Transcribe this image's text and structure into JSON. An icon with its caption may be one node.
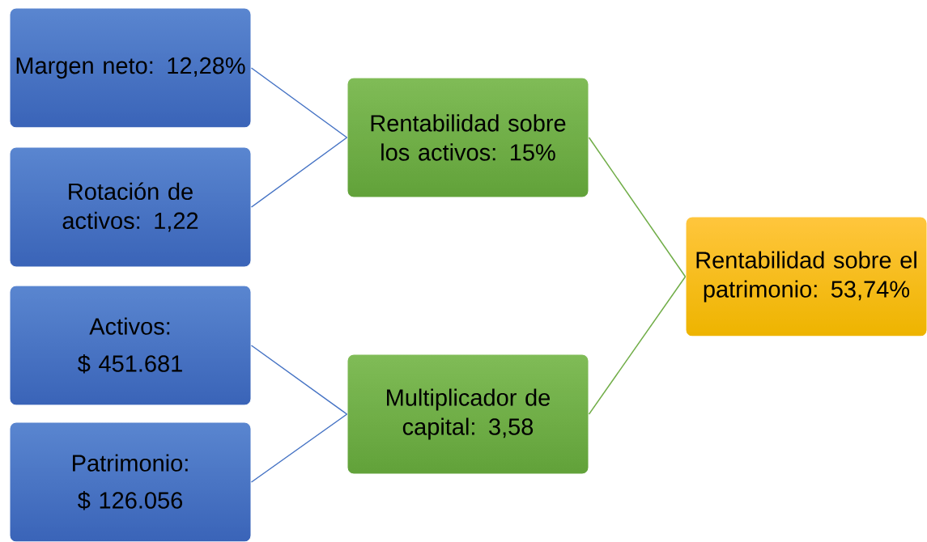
{
  "diagram": {
    "nodes": [
      {
        "text": [
          "Margen neto: 12,28%"
        ]
      },
      {
        "text": [
          "Rotación de activos: 1,22"
        ]
      },
      {
        "text": [
          "Activos:",
          "$ 451.681"
        ]
      },
      {
        "text": [
          "Patrimonio:",
          "$ 126.056"
        ]
      },
      {
        "text": [
          "Rentabilidad sobre los activos: 15%"
        ]
      },
      {
        "text": [
          "Multiplicador de capital: 3,58"
        ]
      },
      {
        "text": [
          "Rentabilidad sobre el patrimonio: 53,74%"
        ]
      }
    ],
    "edges": [
      {
        "from": 0,
        "to": 4,
        "arrow": "none"
      },
      {
        "from": 1,
        "to": 4,
        "arrow": "none"
      },
      {
        "from": 2,
        "to": 5,
        "arrow": "none"
      },
      {
        "from": 3,
        "to": 5,
        "arrow": "none"
      },
      {
        "from": 4,
        "to": 6,
        "arrow": "none",
        "color": "#70ad47"
      },
      {
        "from": 5,
        "to": 6,
        "arrow": "none",
        "color": "#70ad47"
      }
    ]
  }
}
